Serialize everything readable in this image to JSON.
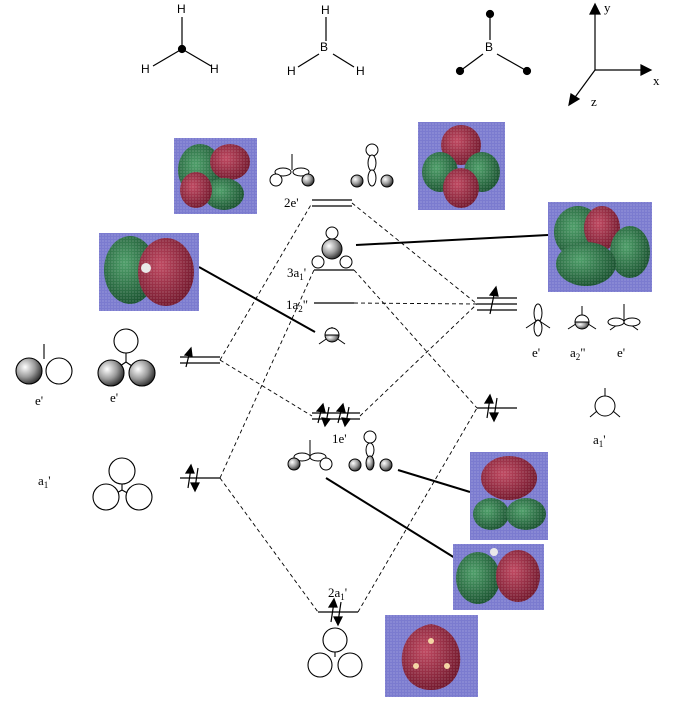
{
  "molecules": {
    "ch3": {
      "c_atom": "",
      "h_top": "H",
      "h_left": "H",
      "h_right": "H"
    },
    "bh3": {
      "b_atom": "B",
      "h_top": "H",
      "h_left": "H",
      "h_right": "H"
    },
    "b_frag": {
      "b_atom": "B"
    }
  },
  "axes": {
    "y": "y",
    "x": "x",
    "z": "z"
  },
  "levels": {
    "mo_2e": "2e'",
    "mo_3a1": "3a1'",
    "mo_1a2": "1a2\"",
    "mo_1e": "1e'",
    "mo_2a1": "2a1'",
    "h3_e": "e'",
    "h3_e2": "e'",
    "h3_a1": "a1'",
    "b_e_left": "e'",
    "b_a2": "a2\"",
    "b_e_right": "e'",
    "b_a1": "a1'"
  },
  "colors": {
    "mo_background": "#7b7bcf",
    "lobe_positive": "#7a1f33",
    "lobe_negative": "#1f6b3a"
  }
}
